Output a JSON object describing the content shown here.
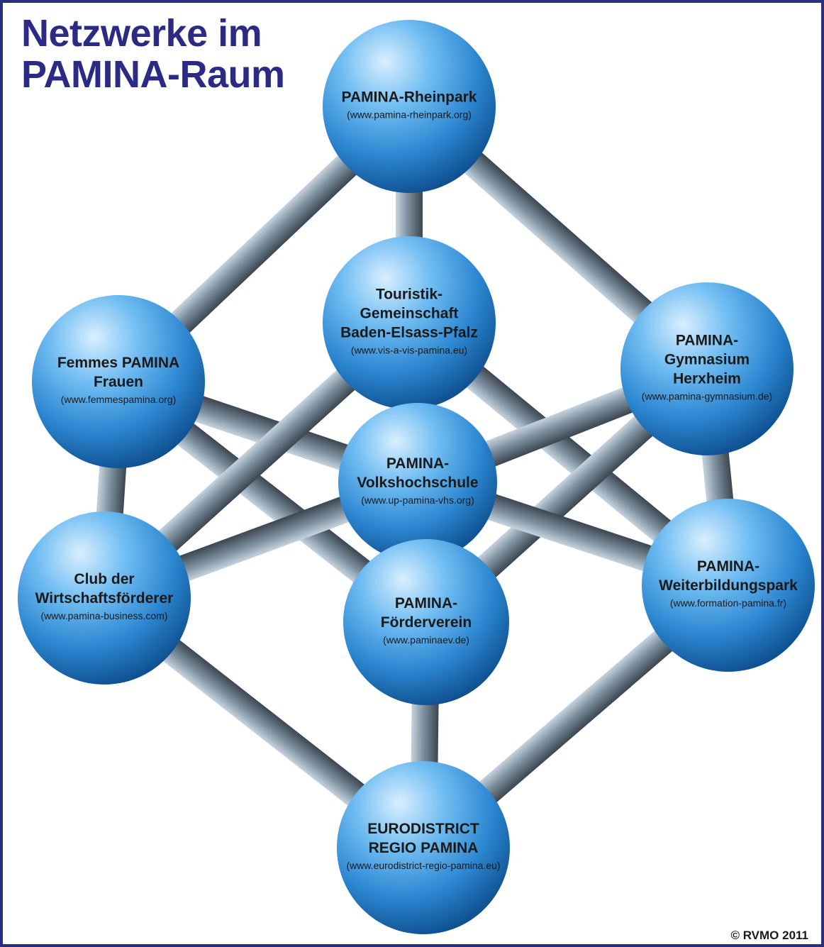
{
  "title": {
    "line1": "Netzwerke im",
    "line2": "PAMINA-Raum"
  },
  "nodes": [
    {
      "id": "rheinpark",
      "name": [
        "PAMINA-Rheinpark"
      ],
      "url": "(www.pamina-rheinpark.org)"
    },
    {
      "id": "touristik",
      "name": [
        "Touristik-",
        "Gemeinschaft",
        "Baden-Elsass-Pfalz"
      ],
      "url": "(www.vis-a-vis-pamina.eu)"
    },
    {
      "id": "femmes",
      "name": [
        "Femmes PAMINA",
        "Frauen"
      ],
      "url": "(www.femmespamina.org)"
    },
    {
      "id": "gymnasium",
      "name": [
        "PAMINA-",
        "Gymnasium",
        "Herxheim"
      ],
      "url": "(www.pamina-gymnasium.de)"
    },
    {
      "id": "vhs",
      "name": [
        "PAMINA-",
        "Volkshochschule"
      ],
      "url": "(www.up-pamina-vhs.org)"
    },
    {
      "id": "club",
      "name": [
        "Club der",
        "Wirtschaftsförderer"
      ],
      "url": "(www.pamina-business.com)"
    },
    {
      "id": "foerderverein",
      "name": [
        "PAMINA-",
        "Förderverein"
      ],
      "url": "(www.paminaev.de)"
    },
    {
      "id": "weiterbildung",
      "name": [
        "PAMINA-",
        "Weiterbildungspark"
      ],
      "url": "(www.formation-pamina.fr)"
    },
    {
      "id": "eurodistrict",
      "name": [
        "EURODISTRICT",
        "REGIO PAMINA"
      ],
      "url": "(www.eurodistrict-regio-pamina.eu)"
    }
  ],
  "edges": [
    [
      "rheinpark",
      "touristik"
    ],
    [
      "rheinpark",
      "femmes"
    ],
    [
      "rheinpark",
      "gymnasium"
    ],
    [
      "femmes",
      "club"
    ],
    [
      "femmes",
      "vhs"
    ],
    [
      "femmes",
      "foerderverein"
    ],
    [
      "touristik",
      "club"
    ],
    [
      "touristik",
      "weiterbildung"
    ],
    [
      "gymnasium",
      "vhs"
    ],
    [
      "gymnasium",
      "foerderverein"
    ],
    [
      "gymnasium",
      "weiterbildung"
    ],
    [
      "club",
      "vhs"
    ],
    [
      "vhs",
      "weiterbildung"
    ],
    [
      "club",
      "eurodistrict"
    ],
    [
      "foerderverein",
      "eurodistrict"
    ],
    [
      "weiterbildung",
      "eurodistrict"
    ]
  ],
  "copyright": "© RVMO 2011",
  "colors": {
    "title": "#2b2b86",
    "border": "#2a2e7e",
    "sphere_light": "#d9efff",
    "sphere_mid": "#4aa3e8",
    "sphere_dark": "#0e4f8f",
    "rod_light": "#c5d3de",
    "rod_mid": "#7d8f9e",
    "rod_dark": "#3b4650"
  }
}
